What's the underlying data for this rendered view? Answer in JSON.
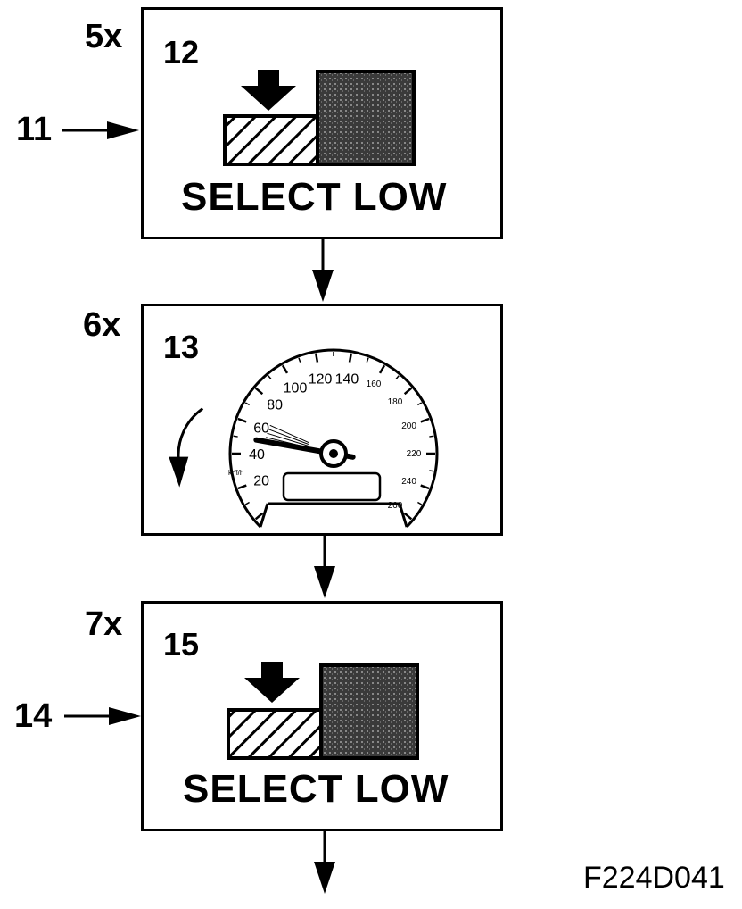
{
  "figure_id": "F224D041",
  "steps": [
    {
      "label": "5x",
      "box_number": "12",
      "callout": "11",
      "text": "SELECT LOW"
    },
    {
      "label": "6x",
      "box_number": "13"
    },
    {
      "label": "7x",
      "box_number": "15",
      "callout": "14",
      "text": "SELECT LOW"
    }
  ],
  "speedometer": {
    "ticks": [
      "20",
      "40",
      "60",
      "80",
      "100",
      "120",
      "140",
      "160",
      "180",
      "200",
      "220",
      "240",
      "260"
    ],
    "unit": "km/h"
  }
}
